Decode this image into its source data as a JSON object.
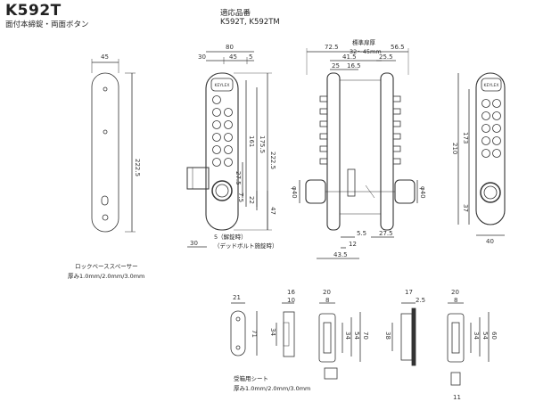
{
  "header": {
    "title": "K592T",
    "subtitle": "面付本締錠・両面ボタン",
    "compat_label": "適応品番",
    "compat_models": "K592T, K592TM"
  },
  "notes": {
    "spacer_title": "ロックベーススペーサー",
    "spacer_thickness": "厚み1.0mm/2.0mm/3.0mm",
    "strike_shim_title": "受箱用シート",
    "strike_shim_thickness": "厚み1.0mm/2.0mm/3.0mm",
    "note_lock_switch": "5（解錠時）",
    "note_deadbolt": "（デッドボルト施錠時）",
    "door_thickness_label": "標準扉厚",
    "door_thickness_range": "32〜45mm"
  },
  "brand": "KEYLEX",
  "dims": {
    "plate_width": "45",
    "plate_height": "222.5",
    "front_w_total": "80",
    "front_w_a": "30",
    "front_w_b": "45",
    "front_w_c": "5",
    "front_h_a": "175.5",
    "front_h_b": "161",
    "front_h_c": "222.5",
    "front_h_d": "27.5",
    "front_h_e": "7.5",
    "front_h_f": "22",
    "front_h_g": "47",
    "front_bottom": "30",
    "side_a": "72.5",
    "side_b": "56.5",
    "side_c": "41.5",
    "side_d": "25",
    "side_e": "16.5",
    "side_f": "25.5",
    "side_knob_l": "φ40",
    "side_knob_r": "φ40",
    "side_g": "5.5",
    "side_h": "12",
    "side_i": "27.5",
    "side_j": "43.5",
    "back_h_a": "210",
    "back_h_b": "173",
    "back_h_c": "37",
    "back_w": "40",
    "strike_w": "21",
    "strike_h": "71",
    "strike_side_a": "16",
    "strike_side_b": "10",
    "strike_side_h": "34",
    "box_w_a": "20",
    "box_w_b": "8",
    "box_h_a": "34",
    "box_h_b": "54",
    "box_h_c": "70",
    "box2_a": "17",
    "box2_b": "2.5",
    "box2_h": "38",
    "box3_w_a": "20",
    "box3_w_b": "8",
    "box3_h_a": "34",
    "box3_h_b": "54",
    "box3_h_c": "60",
    "box3_bottom": "11"
  }
}
